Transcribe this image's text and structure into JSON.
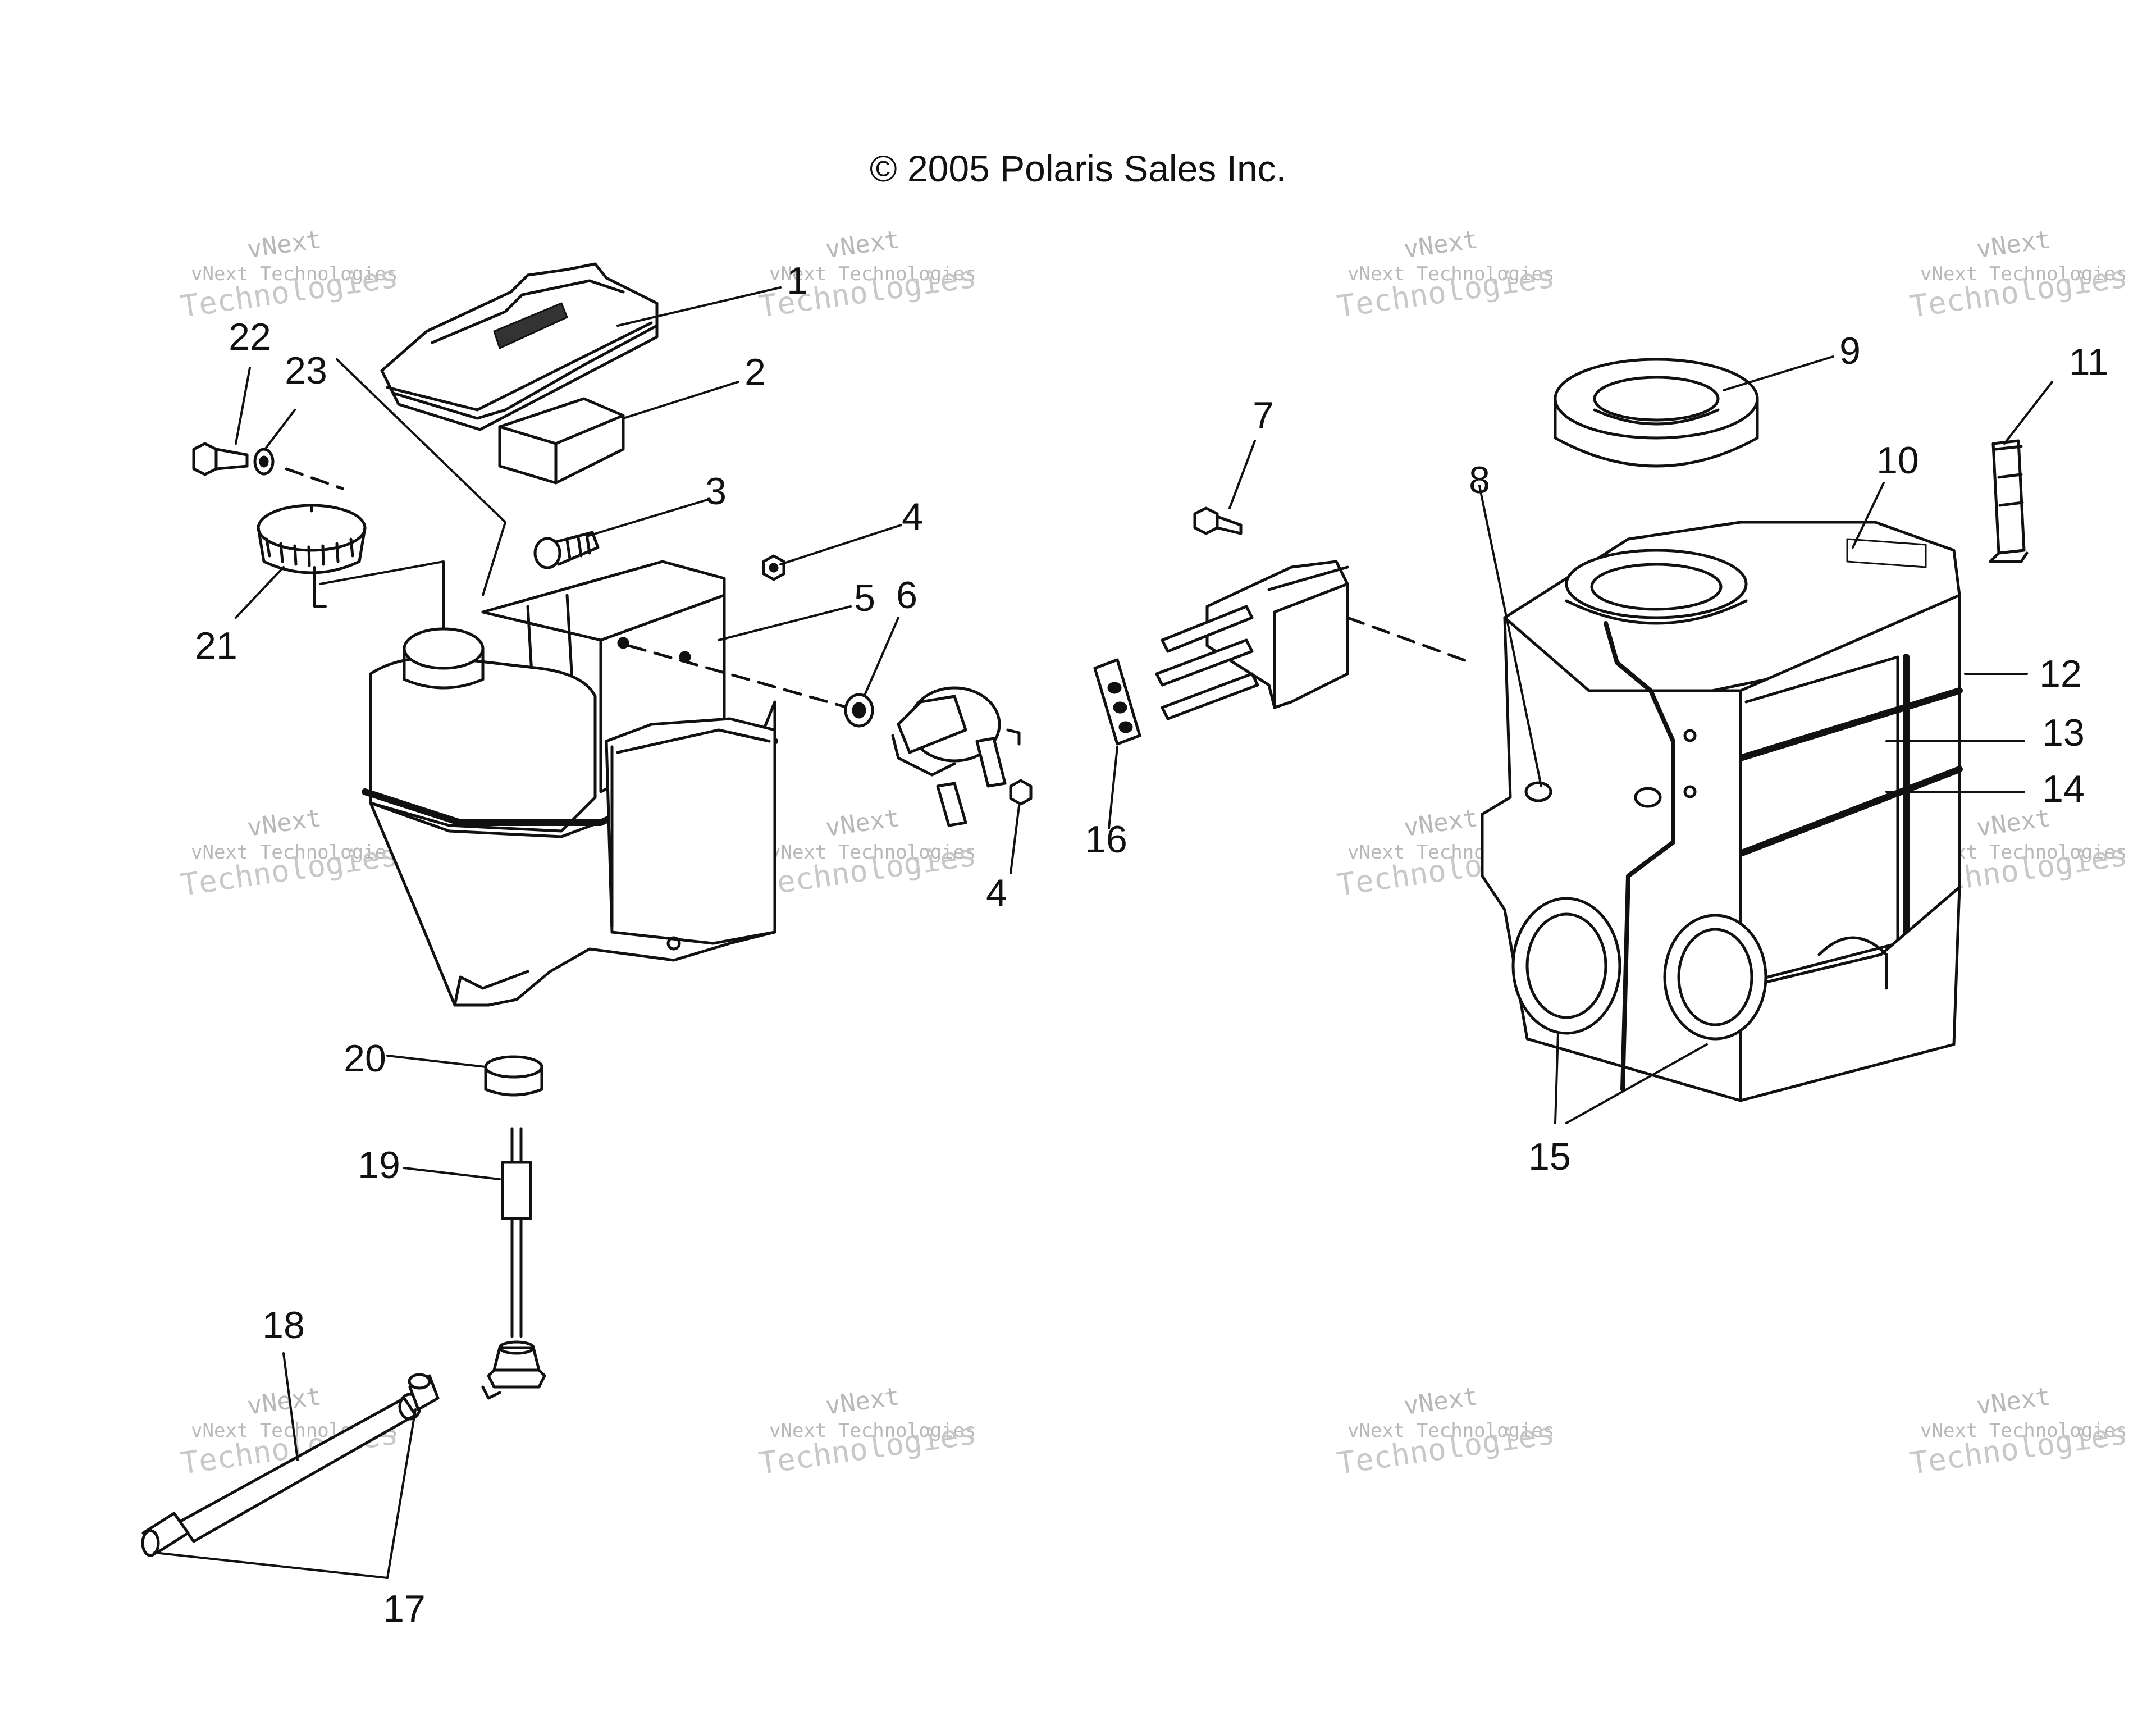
{
  "copyright": "© 2005 Polaris Sales Inc.",
  "watermark": {
    "line1": "vNext",
    "line2": "vNext Technologies",
    "line3": "Technologies"
  },
  "callouts": {
    "c1": "1",
    "c2": "2",
    "c3": "3",
    "c4a": "4",
    "c4b": "4",
    "c5": "5",
    "c6": "6",
    "c7": "7",
    "c8": "8",
    "c9": "9",
    "c10": "10",
    "c11": "11",
    "c12": "12",
    "c13": "13",
    "c14": "14",
    "c15": "15",
    "c16": "16",
    "c17": "17",
    "c18": "18",
    "c19": "19",
    "c20": "20",
    "c21": "21",
    "c22": "22",
    "c23": "23"
  }
}
